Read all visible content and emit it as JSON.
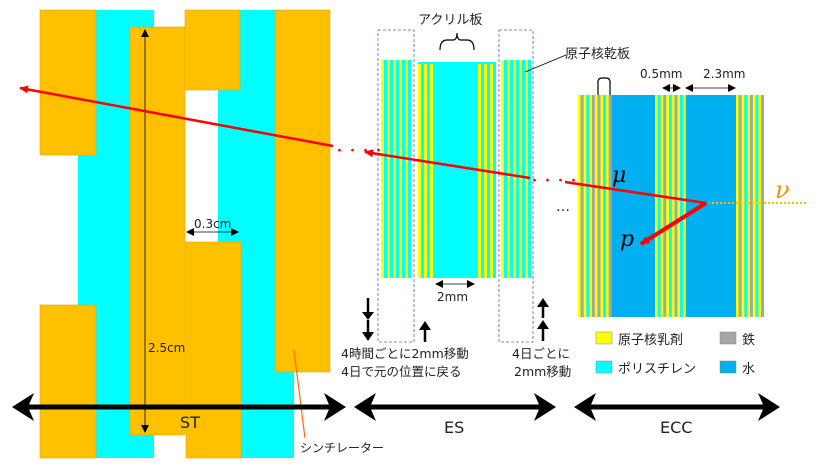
{
  "labels": {
    "acrylic": "アクリル板",
    "emulsion_film": "原子核乾板",
    "dim_05": "0.5mm",
    "dim_23": "2.3mm",
    "dim_03": "0.3cm",
    "dim_25": "2.5cm",
    "dim_2mm": "2mm",
    "mu": "μ",
    "nu": "ν",
    "p": "p",
    "ellipsis": "…",
    "dots": "・・・・",
    "scintillator": "シンチレーター",
    "note_es_left_1": "4時間ごとに2mm移動",
    "note_es_left_2": "4日で元の位置に戻る",
    "note_es_right_1": "4日ごとに",
    "note_es_right_2": "2mm移動"
  },
  "sections": {
    "st": "ST",
    "es": "ES",
    "ecc": "ECC"
  },
  "legend": [
    {
      "label": "原子核乳剤",
      "color": "#ffff00"
    },
    {
      "label": "鉄",
      "color": "#a6a6a6"
    },
    {
      "label": "ポリスチレン",
      "color": "#00ffff"
    },
    {
      "label": "水",
      "color": "#00b0f0"
    }
  ],
  "colors": {
    "scintillator": "#ffc000",
    "polystyrene": "#00ffff",
    "emulsion": "#ffff00",
    "iron": "#a6a6a6",
    "water": "#00b0f0",
    "track": "#ff0000",
    "neutrino": "#ffc000"
  }
}
